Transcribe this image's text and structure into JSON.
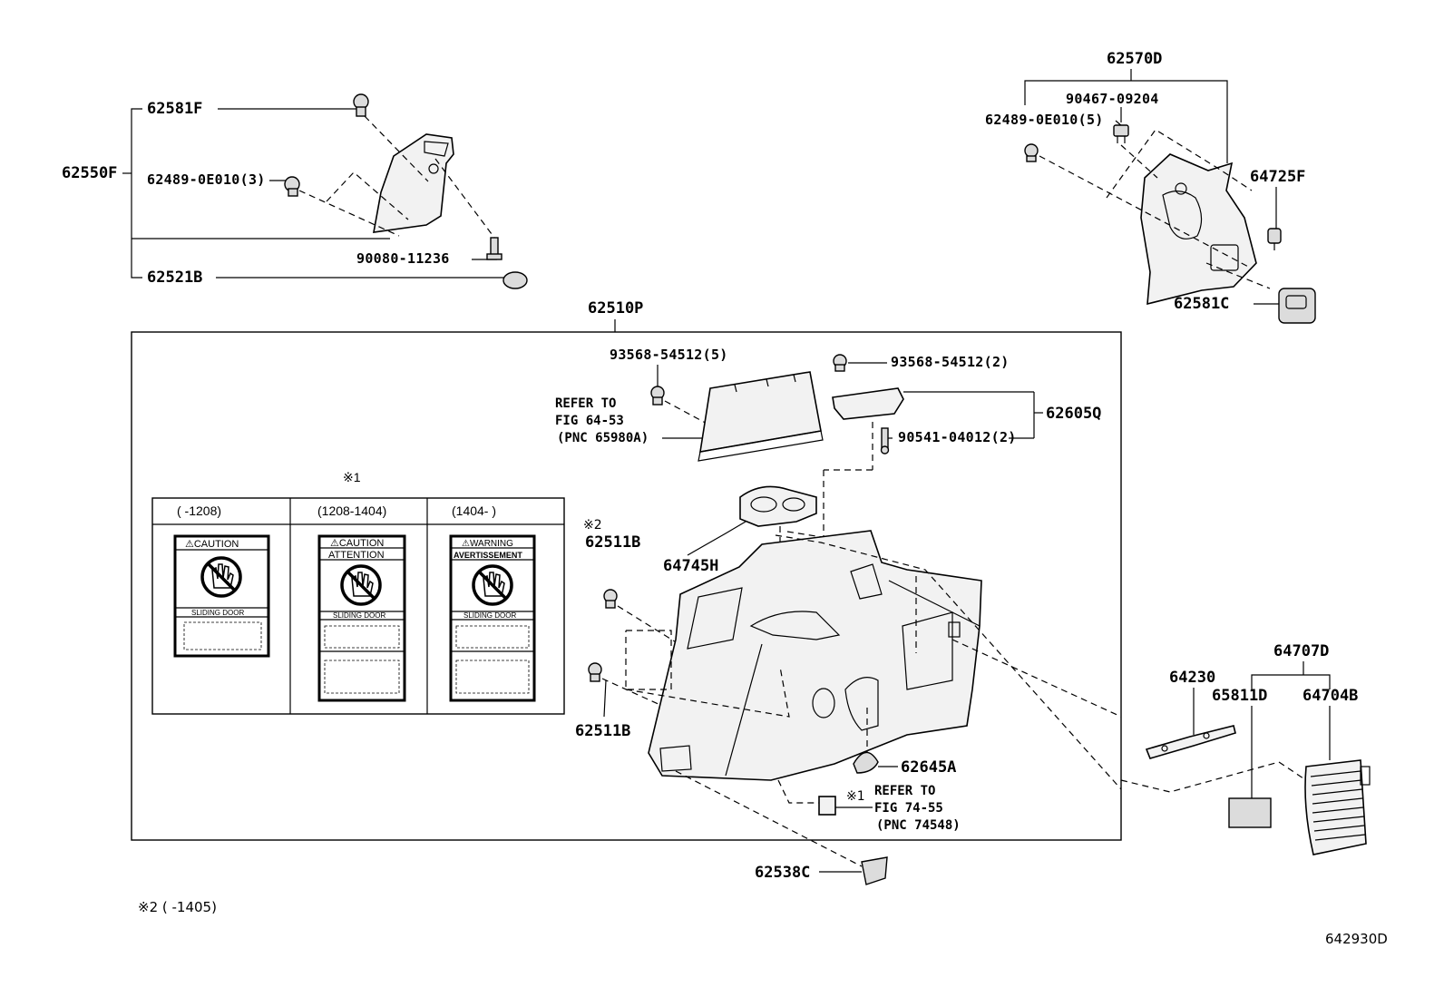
{
  "parts": {
    "p62570D": "62570D",
    "p90467": "90467-09204",
    "p62489_5": "62489-0E010(5)",
    "p64725F": "64725F",
    "p62581C": "62581C",
    "p62581F": "62581F",
    "p62550F": "62550F",
    "p62489_3": "62489-0E010(3)",
    "p90080": "90080-11236",
    "p62521B": "62521B",
    "p62510P": "62510P",
    "p93568_5": "93568-54512(5)",
    "p93568_2": "93568-54512(2)",
    "p62605Q": "62605Q",
    "p90541": "90541-04012(2)",
    "p64745H": "64745H",
    "p62511B_top": "62511B",
    "p62511B_bot": "62511B",
    "p62645A": "62645A",
    "p62538C": "62538C",
    "p64707D": "64707D",
    "p64230": "64230",
    "p65811D": "65811D",
    "p64704B": "64704B"
  },
  "refs": {
    "ref1_line1": "REFER TO",
    "ref1_line2": "FIG 64-53",
    "ref1_line3": "(PNC 65980A)",
    "ref2_mark": "※1",
    "ref2_line1": "REFER TO",
    "ref2_line2": "FIG 74-55",
    "ref2_line3": "(PNC 74548)"
  },
  "labels_table": {
    "mark": "※1",
    "columns": [
      {
        "header": "(       -1208)",
        "title": "⚠CAUTION",
        "subtitle": "",
        "footer": "SLIDING DOOR"
      },
      {
        "header": "(1208-1404)",
        "title": "⚠CAUTION",
        "subtitle": "ATTENTION",
        "footer": "SLIDING DOOR"
      },
      {
        "header": "(1404-       )",
        "title": "⚠WARNING",
        "subtitle": "AVERTISSEMENT",
        "footer": "SLIDING DOOR"
      }
    ]
  },
  "notes": {
    "mark2_label": "※2",
    "mark2_footnote": "※2 (       -1405)",
    "figure_id": "642930D"
  }
}
